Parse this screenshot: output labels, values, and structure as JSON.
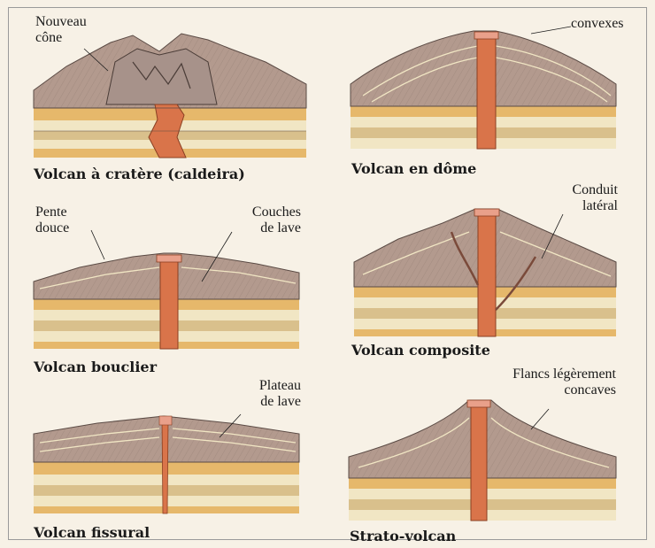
{
  "colors": {
    "background": "#f7f1e6",
    "lava": "#d9744a",
    "cone": "#b39a8e",
    "layer_ochre": "#e6b86b",
    "layer_cream": "#f1e6c4",
    "layer_tan": "#d9c08c"
  },
  "panels": {
    "caldeira": {
      "title": "Volcan à cratère (caldeira)",
      "labels": [
        "Nouveau",
        "cône"
      ]
    },
    "dome": {
      "title": "Volcan en dôme",
      "labels": [
        "convexes"
      ]
    },
    "bouclier": {
      "title": "Volcan bouclier",
      "labels": [
        "Pente",
        "douce",
        "Couches",
        "de lave"
      ]
    },
    "composite": {
      "title": "Volcan composite",
      "labels": [
        "Conduit",
        "latéral"
      ]
    },
    "fissural": {
      "title": "Volcan fissural",
      "labels": [
        "Plateau",
        "de lave"
      ]
    },
    "strato": {
      "title": "Strato-volcan",
      "labels": [
        "Flancs légèrement",
        "concaves"
      ]
    }
  }
}
